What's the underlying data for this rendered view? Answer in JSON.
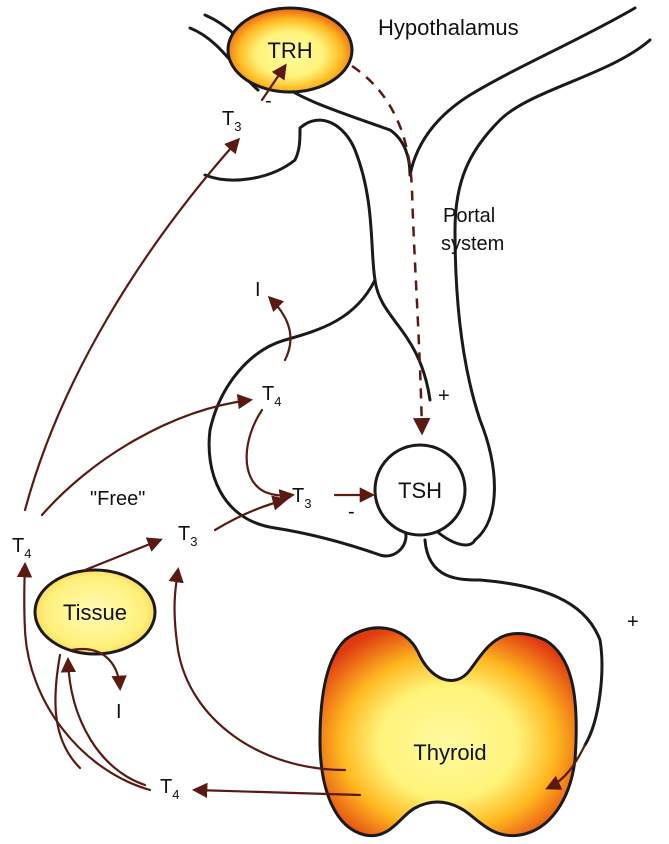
{
  "labels": {
    "hypothalamus": "Hypothalamus",
    "portal_line1": "Portal",
    "portal_line2": "system",
    "trh": "TRH",
    "tsh": "TSH",
    "thyroid": "Thyroid",
    "tissue": "Tissue",
    "free": "\"Free\""
  },
  "hormones": {
    "t_letter": "T",
    "sub3": "3",
    "sub4": "4"
  },
  "signs": {
    "plus": "+",
    "minus": "-",
    "iodide": "I"
  },
  "colors": {
    "arrow": "#5a1a12",
    "outline": "#1a1a1a",
    "gland_edge": "#e03a10",
    "gland_mid": "#ffb820",
    "gland_center": "#fffaa0"
  }
}
